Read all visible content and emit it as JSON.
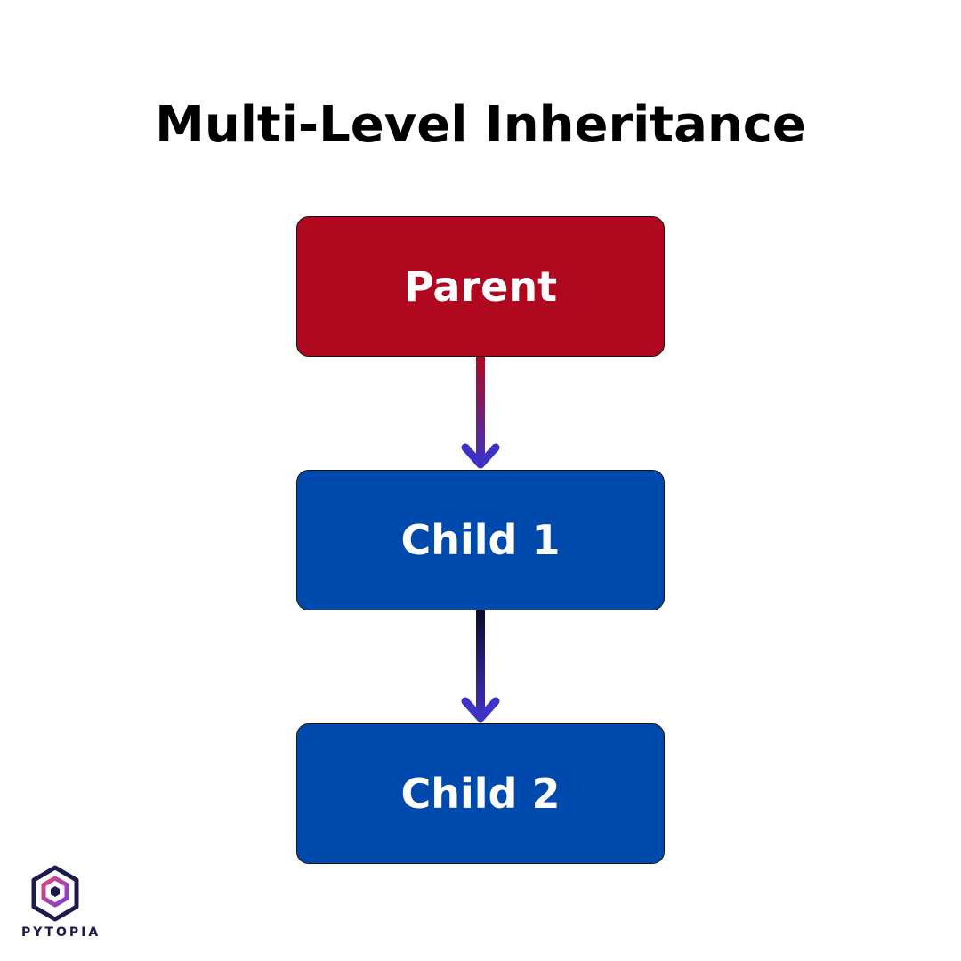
{
  "title": "Multi-Level Inheritance",
  "nodes": {
    "parent": {
      "label": "Parent",
      "color": "#b0081e"
    },
    "child1": {
      "label": "Child 1",
      "color": "#004aad"
    },
    "child2": {
      "label": "Child 2",
      "color": "#004aad"
    }
  },
  "edges": [
    {
      "from": "Parent",
      "to": "Child 1"
    },
    {
      "from": "Child 1",
      "to": "Child 2"
    }
  ],
  "colors": {
    "arrow_head": "#3d32c4",
    "edge1_start": "#b0081e",
    "edge2_start": "#0c0a2e"
  },
  "logo": {
    "icon": "pytopia-hexagon-logo",
    "text": "PYTOPIA"
  }
}
